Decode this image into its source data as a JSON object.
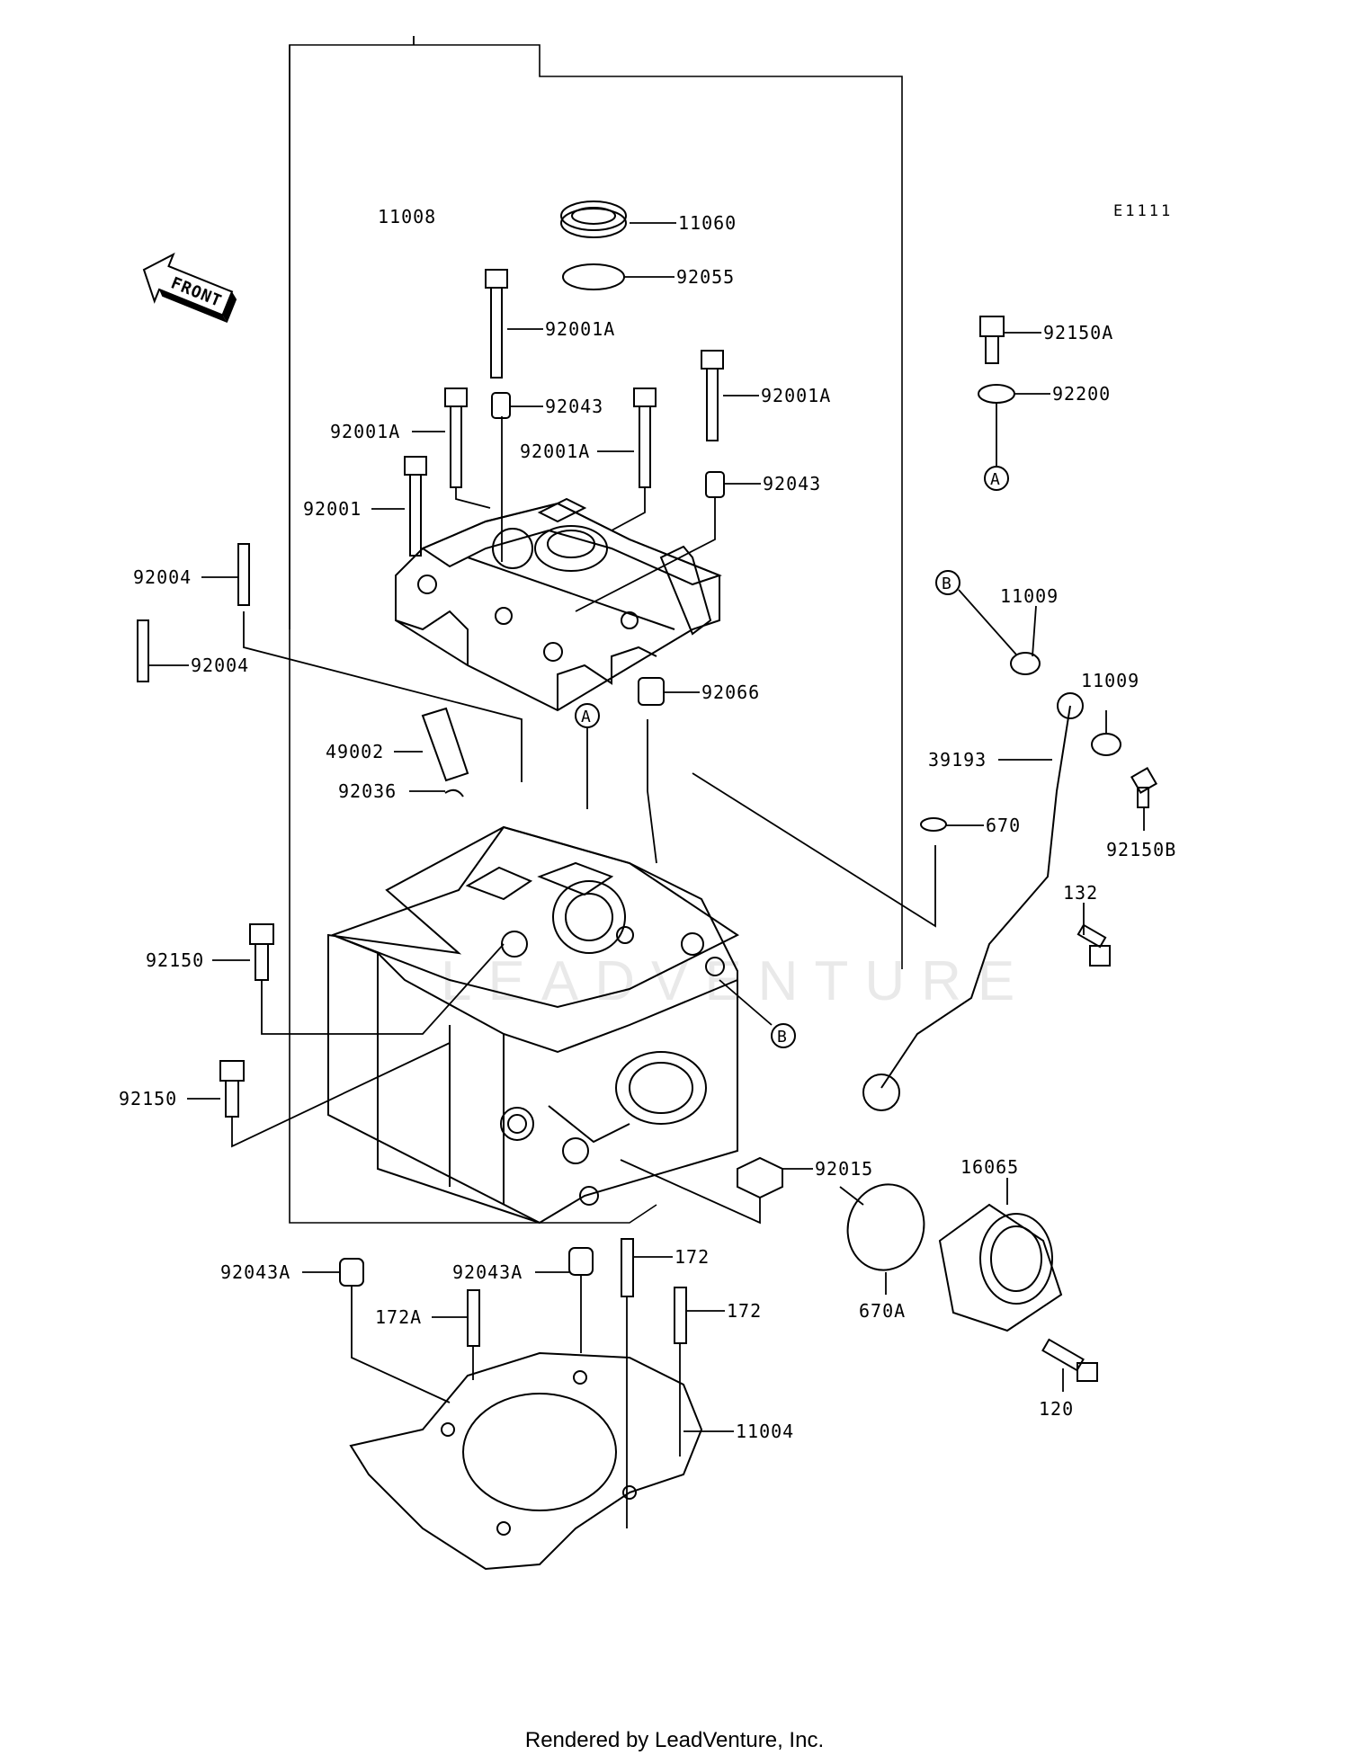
{
  "diagram_code": "E1111",
  "front_label": "FRONT",
  "watermark": "LEADVENTURE",
  "footer": "Rendered by LeadVenture, Inc.",
  "markers": {
    "a": "A",
    "b": "B"
  },
  "parts": [
    "11008",
    "11060",
    "92055",
    "92001A",
    "92043",
    "92001A",
    "92001A",
    "92001A",
    "92043",
    "92001",
    "92004",
    "92004",
    "92066",
    "49002",
    "92036",
    "92150",
    "92150",
    "92015",
    "92150A",
    "92200",
    "11009",
    "11009",
    "39193",
    "92150B",
    "670",
    "132",
    "16065",
    "670A",
    "120",
    "92043A",
    "92043A",
    "172",
    "172A",
    "172",
    "11004"
  ]
}
